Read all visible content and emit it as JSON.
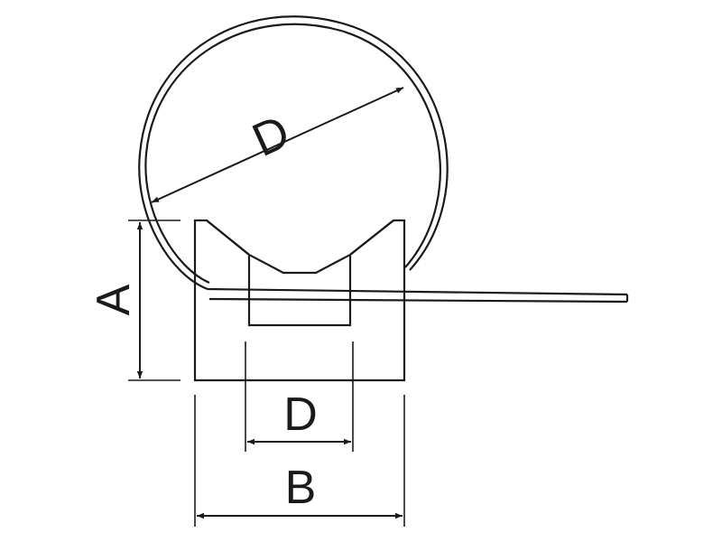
{
  "diagram": {
    "labels": {
      "diameter_top": "D",
      "height": "A",
      "slot_width": "D",
      "base_width": "B"
    },
    "colors": {
      "line": "#1a1a1a",
      "background": "#ffffff"
    }
  }
}
